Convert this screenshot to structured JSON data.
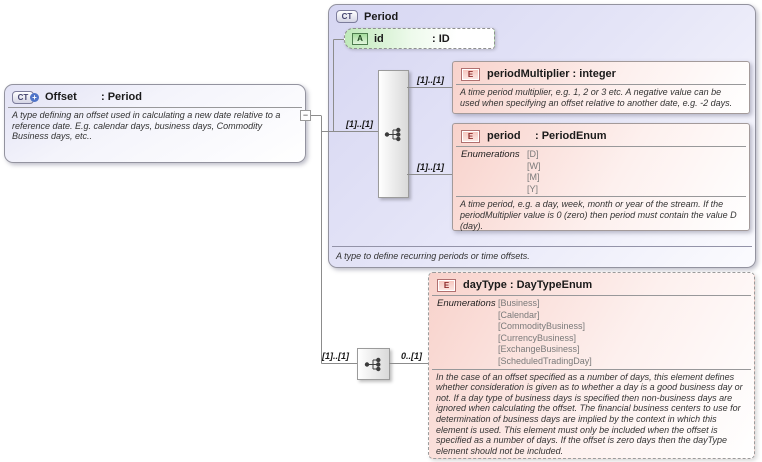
{
  "icons": {
    "complex_type": "CT",
    "attribute": "A",
    "element": "E",
    "plus": "+",
    "collapse": "−"
  },
  "colors": {
    "lavender": "#dcdcf4",
    "pink": "#f8d2cb",
    "green": "#bfe9b9",
    "line": "#8c8c8c"
  },
  "offset": {
    "name": "Offset",
    "type": ": Period",
    "description": "A type defining an offset used in calculating a new date relative to a reference date. E.g. calendar days, business days, Commodity Business days, etc.."
  },
  "period_type": {
    "title": "Period",
    "footer": "A type to define recurring periods or time offsets."
  },
  "id_attribute": {
    "name": "id",
    "type": ": ID"
  },
  "period_multiplier": {
    "title": "periodMultiplier : integer",
    "description": "A time period multiplier, e.g. 1, 2 or 3 etc. A negative value can be used when specifying an offset relative to another date, e.g. -2 days."
  },
  "period_element": {
    "name": "period",
    "type": ": PeriodEnum",
    "enumerations_label": "Enumerations",
    "enumerations": [
      "[D]",
      "[W]",
      "[M]",
      "[Y]"
    ],
    "description": "A time period, e.g. a day, week, month or year of the stream. If the periodMultiplier value is 0 (zero) then period must contain the value D (day)."
  },
  "day_type": {
    "title": "dayType : DayTypeEnum",
    "enumerations_label": "Enumerations",
    "enumerations": [
      "[Business]",
      "[Calendar]",
      "[CommodityBusiness]",
      "[CurrencyBusiness]",
      "[ExchangeBusiness]",
      "[ScheduledTradingDay]"
    ],
    "description": "In the case of an offset specified as a number of days, this element defines whether consideration is given as to whether a day is a good business day or not. If a day type of business days is specified then non-business days are ignored when calculating the offset. The financial business centers to use for determination of business days are implied by the context in which this element is used. This element must only be included when the offset is specified as a number of days. If the offset is zero days then the dayType element should not be included."
  },
  "cardinalities": {
    "sequence_in": "[1]..[1]",
    "period_multiplier": "[1]..[1]",
    "period": "[1]..[1]",
    "daytype_sequence_in": "[1]..[1]",
    "day_type": "0..[1]"
  }
}
